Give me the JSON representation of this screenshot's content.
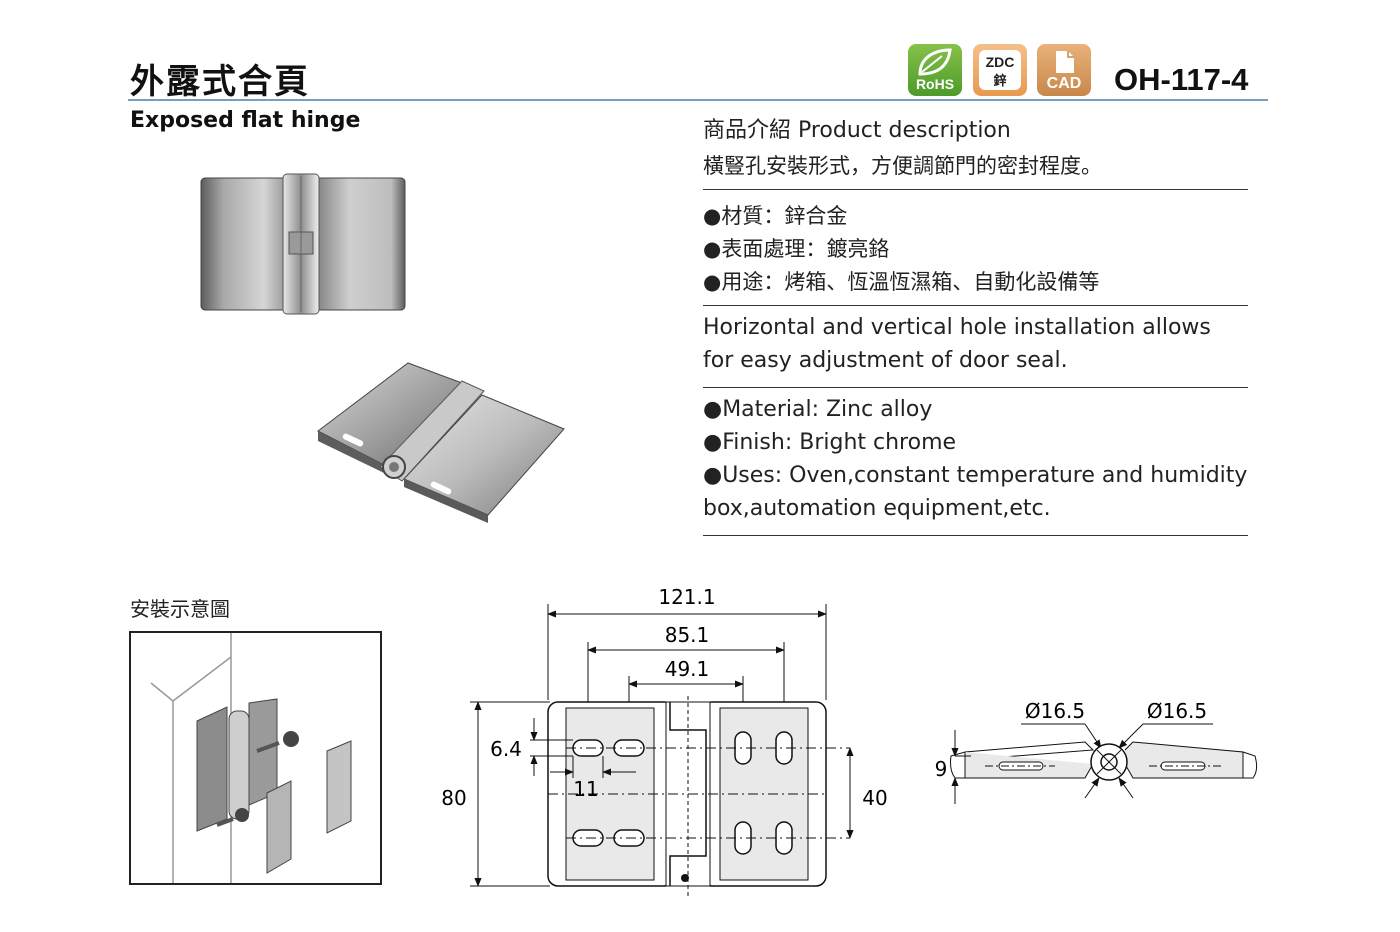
{
  "header": {
    "title_zh": "外露式合頁",
    "title_en": "Exposed flat hinge",
    "model": "OH-117-4",
    "badges": {
      "rohs": "RoHS",
      "zdc": "ZDC",
      "zdc_sub": "鋅",
      "cad": "CAD"
    }
  },
  "description": {
    "heading": "商品介紹 Product description",
    "summary_zh": "橫豎孔安裝形式，方便調節門的密封程度。",
    "specs_zh": [
      "●材質：鋅合金",
      "●表面處理：鍍亮鉻",
      "●用途：烤箱、恆溫恆濕箱、自動化設備等"
    ],
    "summary_en_line1": "Horizontal and vertical hole installation allows",
    "summary_en_line2": "for easy adjustment of door seal.",
    "specs_en": [
      "●Material: Zinc alloy",
      "●Finish: Bright chrome",
      "●Uses: Oven,constant temperature and humidity"
    ],
    "specs_en_cont": "box,automation equipment,etc."
  },
  "installation": {
    "label": "安裝示意圖"
  },
  "drawing": {
    "dims": {
      "overall_width": "121.1",
      "hole_span_outer": "85.1",
      "hole_span_inner": "49.1",
      "height": "80",
      "hole_pitch_v": "40",
      "slot_height": "6.4",
      "slot_offset": "11",
      "thickness": "9",
      "knuckle_dia_left": "Ø16.5",
      "knuckle_dia_right": "Ø16.5"
    }
  },
  "colors": {
    "rule_accent": "#7c9db8",
    "metal_light": "#d4d4d4",
    "metal_dark": "#6b6b6b"
  }
}
